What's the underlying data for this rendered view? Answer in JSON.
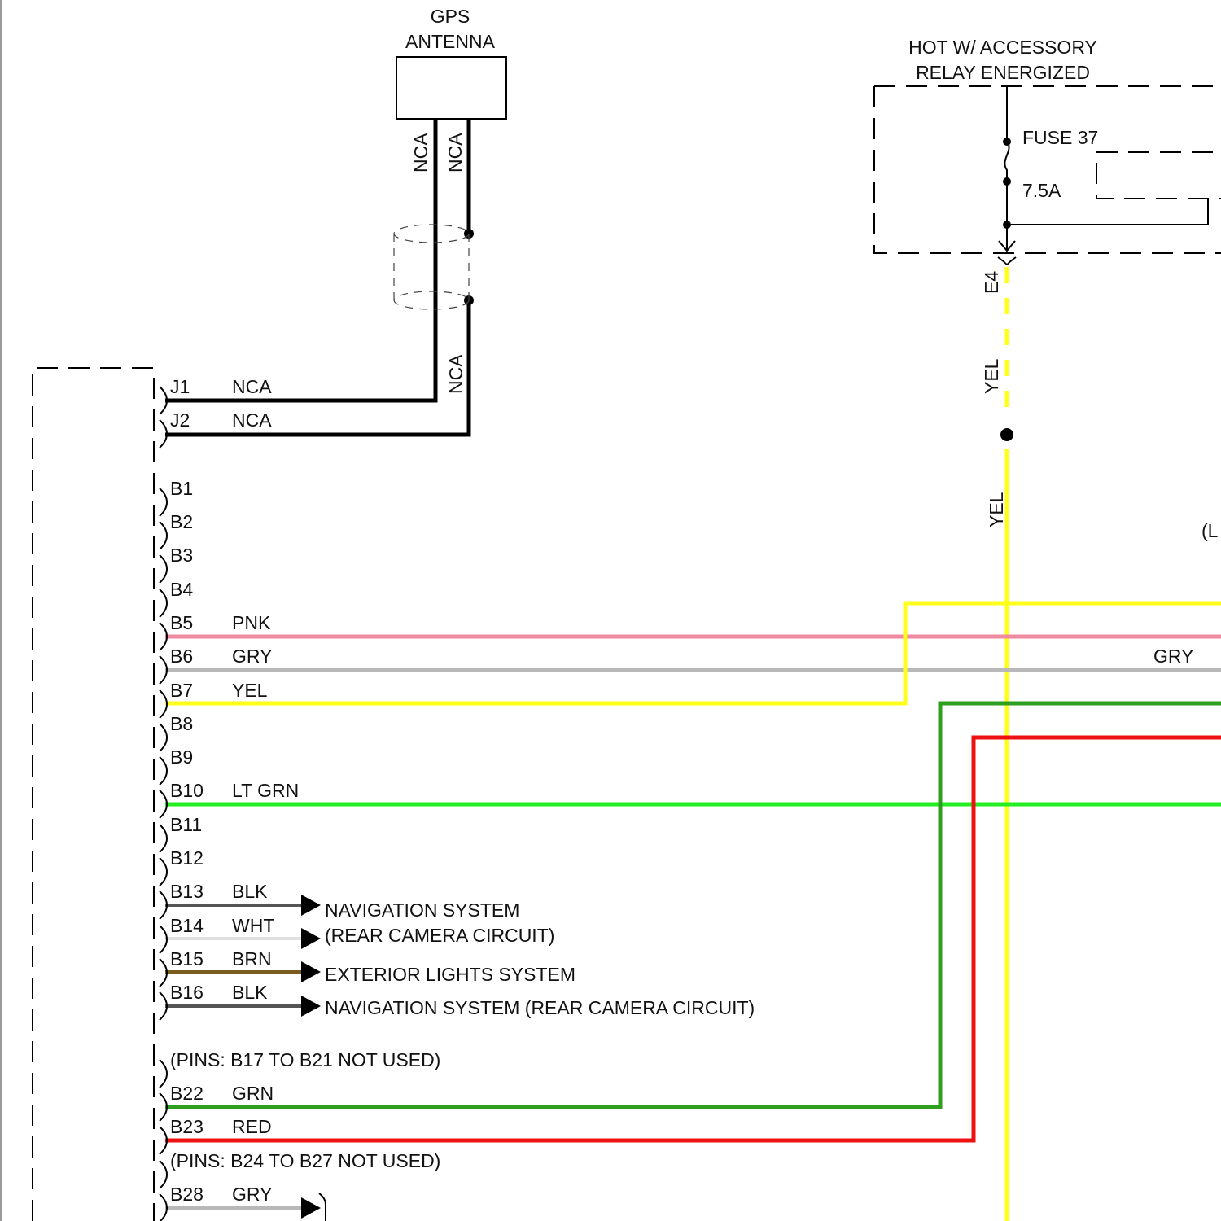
{
  "gps_antenna": {
    "title_line1": "GPS",
    "title_line2": "ANTENNA",
    "wire_labels": [
      "NCA",
      "NCA",
      "NCA"
    ]
  },
  "power_source": {
    "title_line1": "HOT W/ ACCESSORY",
    "title_line2": "RELAY ENERGIZED",
    "fuse_name": "FUSE 37",
    "fuse_rating": "7.5A",
    "connector": "E4",
    "wire_label_upper": "YEL",
    "wire_label_lower": "YEL"
  },
  "right_edge_labels": {
    "gry": "GRY",
    "cutoff": "(L"
  },
  "colors": {
    "NCA": "#000000",
    "PNK": "#f08aa0",
    "GRY": "#b8b8b8",
    "YEL": "#ffff1a",
    "LT GRN": "#22ee22",
    "BLK": "#555555",
    "WHT": "#e0e0e0",
    "BRN": "#7a5c1e",
    "GRN": "#2e9e1e",
    "RED": "#ee1111"
  },
  "pins": [
    {
      "pin": "J1",
      "wire": "NCA"
    },
    {
      "pin": "J2",
      "wire": "NCA"
    },
    {
      "pin": "B1",
      "wire": ""
    },
    {
      "pin": "B2",
      "wire": ""
    },
    {
      "pin": "B3",
      "wire": ""
    },
    {
      "pin": "B4",
      "wire": ""
    },
    {
      "pin": "B5",
      "wire": "PNK"
    },
    {
      "pin": "B6",
      "wire": "GRY"
    },
    {
      "pin": "B7",
      "wire": "YEL"
    },
    {
      "pin": "B8",
      "wire": ""
    },
    {
      "pin": "B9",
      "wire": ""
    },
    {
      "pin": "B10",
      "wire": "LT GRN"
    },
    {
      "pin": "B11",
      "wire": ""
    },
    {
      "pin": "B12",
      "wire": ""
    },
    {
      "pin": "B13",
      "wire": "BLK"
    },
    {
      "pin": "B14",
      "wire": "WHT"
    },
    {
      "pin": "B15",
      "wire": "BRN"
    },
    {
      "pin": "B16",
      "wire": "BLK"
    },
    {
      "pin": "(PINS: B17 TO B21 NOT USED)",
      "wire": ""
    },
    {
      "pin": "B22",
      "wire": "GRN"
    },
    {
      "pin": "B23",
      "wire": "RED"
    },
    {
      "pin": "(PINS: B24 TO B27 NOT USED)",
      "wire": ""
    },
    {
      "pin": "B28",
      "wire": "GRY"
    }
  ],
  "destinations": {
    "nav_line1": "NAVIGATION SYSTEM",
    "nav_line2": "(REAR CAMERA CIRCUIT)",
    "exterior": "EXTERIOR LIGHTS SYSTEM",
    "nav_full": "NAVIGATION SYSTEM (REAR CAMERA CIRCUIT)"
  }
}
